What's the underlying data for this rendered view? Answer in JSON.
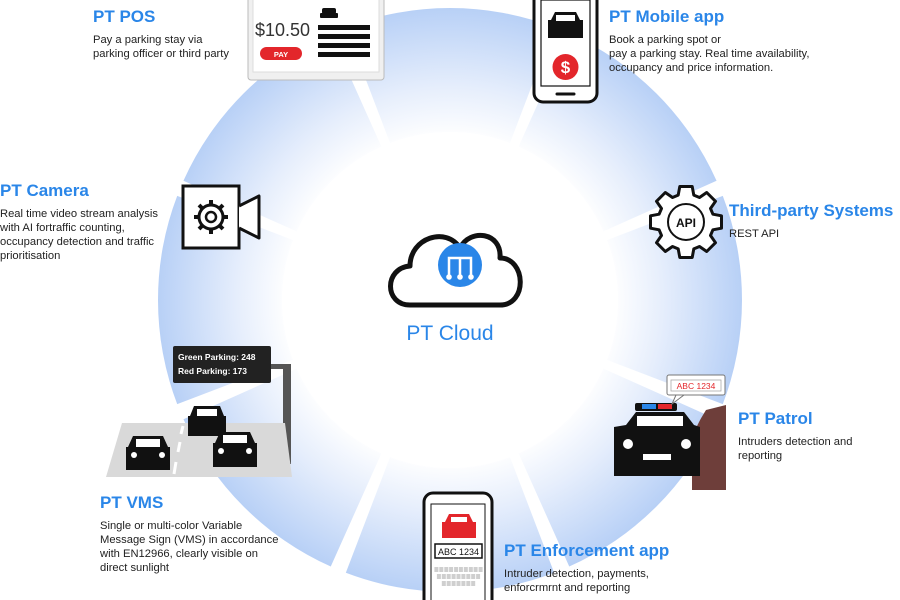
{
  "colors": {
    "accent": "#2a86e8",
    "ring_inner": "#ffffff",
    "ring_outer": "#bcd3f7",
    "icon_dark": "#111111",
    "alert_red": "#e3262b",
    "patrol_brown": "#6e3e3a"
  },
  "center": {
    "label": "PT Cloud",
    "icon": "cloud-network-icon"
  },
  "ring": {
    "segments": 8
  },
  "nodes": {
    "pos": {
      "title": "PT POS",
      "desc": [
        "Pay a parking stay via",
        "parking officer or third party"
      ],
      "icon": "pos-terminal-icon",
      "screen_price": "$10.50",
      "button_label": "PAY"
    },
    "mobile": {
      "title": "PT Mobile app",
      "desc": [
        "Book a parking spot or",
        "pay a parking stay. Real time availability,",
        "occupancy and price information."
      ],
      "icon": "smartphone-icon"
    },
    "camera": {
      "title": "PT Camera",
      "desc": [
        "Real time video stream analysis",
        "with AI fortraffic counting,",
        "occupancy detection and traffic",
        "prioritisation"
      ],
      "icon": "video-camera-icon"
    },
    "third_party": {
      "title": "Third-party Systems",
      "desc": [
        "REST API"
      ],
      "icon": "api-gear-icon",
      "icon_text": "API"
    },
    "vms": {
      "title": "PT VMS",
      "desc": [
        "Single or multi-color Variable",
        "Message Sign (VMS) in accordance",
        "with EN12966, clearly visible on",
        "direct sunlight"
      ],
      "icon": "vms-sign-icon",
      "sign_lines": [
        "Green Parking: 248",
        "Red Parking: 173"
      ]
    },
    "patrol": {
      "title": "PT Patrol",
      "desc": [
        "Intruders detection and",
        "reporting"
      ],
      "icon": "police-car-icon",
      "plate": "ABC 1234"
    },
    "enforcement": {
      "title": "PT Enforcement app",
      "desc": [
        "Intruder detection, payments,",
        "enforcrmrnt and reporting"
      ],
      "icon": "enforcement-phone-icon",
      "plate": "ABC 1234"
    }
  }
}
